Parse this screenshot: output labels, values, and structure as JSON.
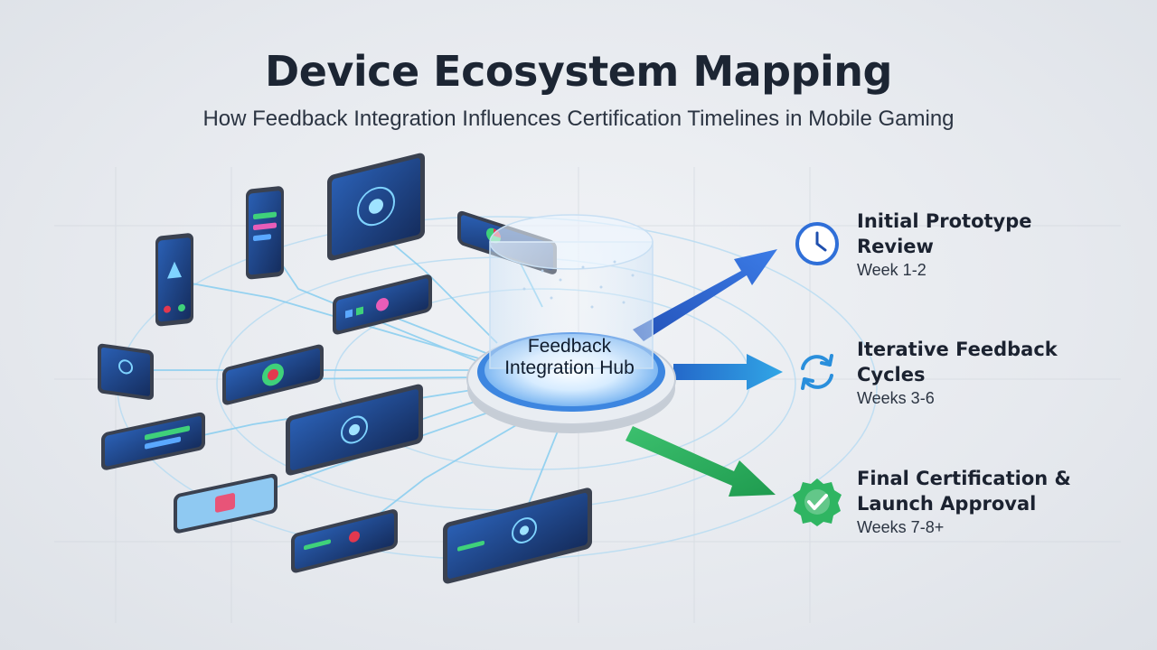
{
  "header": {
    "title": "Device Ecosystem Mapping",
    "subtitle": "How Feedback Integration Influences Certification Timelines in Mobile Gaming"
  },
  "hub": {
    "label": "Feedback Integration Hub"
  },
  "stages": [
    {
      "title": "Initial Prototype\nReview",
      "weeks": "Week 1-2",
      "icon": "clock-icon",
      "color": "#2f6fd8"
    },
    {
      "title": "Iterative Feedback\nCycles",
      "weeks": "Weeks 3-6",
      "icon": "refresh-icon",
      "color": "#2a8fdc"
    },
    {
      "title": "Final Certification &\nLaunch Approval",
      "weeks": "Weeks 7-8+",
      "icon": "check-badge-icon",
      "color": "#2fb562"
    }
  ],
  "colors": {
    "accent_blue": "#2f6fd8",
    "accent_cyan": "#2a9ce0",
    "accent_green": "#2fb562",
    "title": "#1c2533",
    "device_frame": "#3a4150",
    "device_screen": "#1e3d7a"
  }
}
